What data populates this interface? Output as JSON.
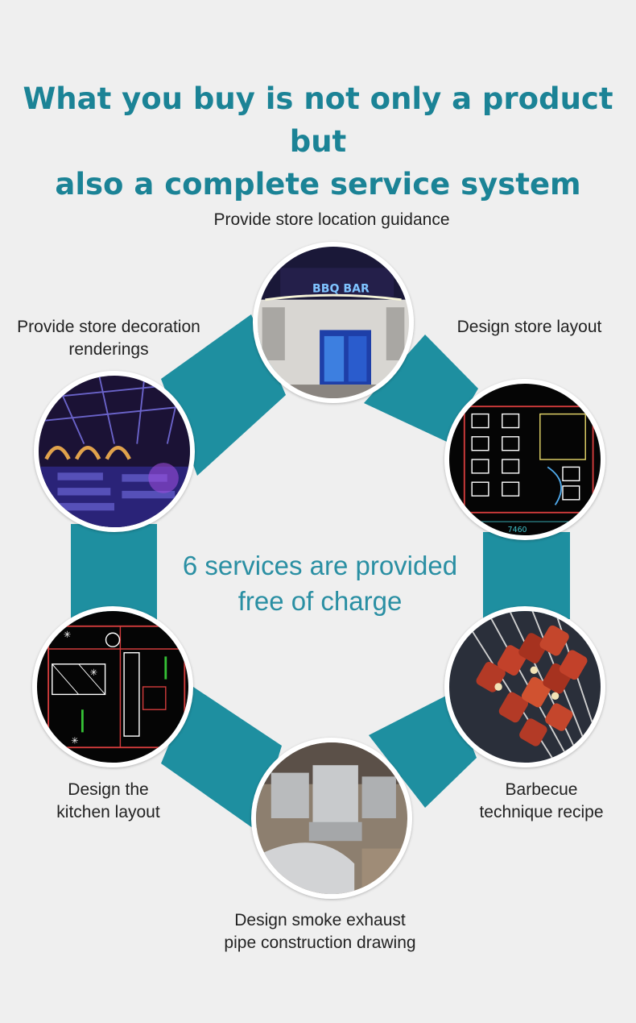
{
  "heading": {
    "line1": "What you buy is not only a product but",
    "line2": "also a complete service system"
  },
  "center_text": {
    "line1": "6 services are provided",
    "line2": "free of charge"
  },
  "services": {
    "location": {
      "label": "Provide store location guidance",
      "sign_text": "BBQ BAR"
    },
    "decoration": {
      "line1": "Provide store decoration",
      "line2": "renderings"
    },
    "store_layout": {
      "label": "Design store layout",
      "dimension": "7460"
    },
    "kitchen": {
      "line1": "Design the",
      "line2": "kitchen layout"
    },
    "exhaust": {
      "line1": "Design smoke exhaust",
      "line2": "pipe construction drawing"
    },
    "recipe": {
      "line1": "Barbecue",
      "line2": "technique recipe"
    }
  },
  "colors": {
    "accent": "#1b8396",
    "band": "#1e8fa0",
    "background": "#efefef"
  }
}
